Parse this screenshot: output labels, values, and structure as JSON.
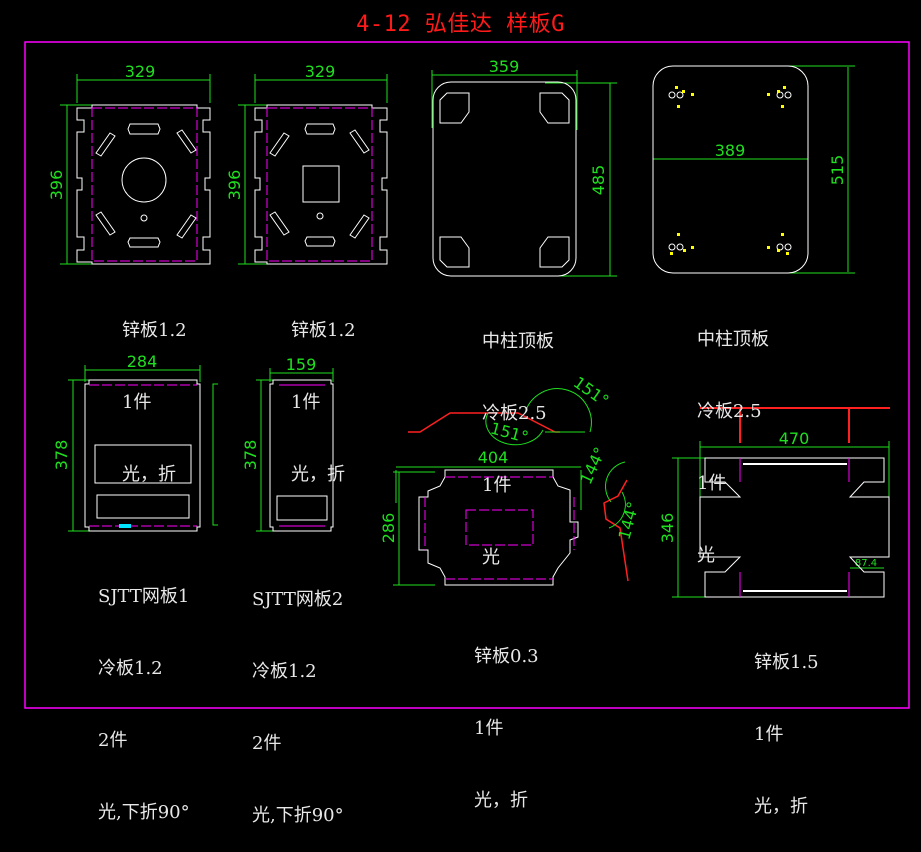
{
  "title": "4-12 弘佳达 样板G",
  "colors": {
    "background": "#000000",
    "frame": "#ff00ff",
    "title": "#ff1a1a",
    "dimension": "#1fe01f",
    "outline": "#ffffff",
    "bend_line": "#ff00ff",
    "profile": "#ff2020",
    "holes_highlight": "#ffff00",
    "marker": "#00e5ff"
  },
  "parts": [
    {
      "id": "part1",
      "dims": {
        "width": "329",
        "height": "396"
      },
      "lines": [
        "锌板1.2",
        "1件",
        "光，折"
      ]
    },
    {
      "id": "part2",
      "dims": {
        "width": "329",
        "height": "396"
      },
      "lines": [
        "锌板1.2",
        "1件",
        "光，折"
      ]
    },
    {
      "id": "part3",
      "dims": {
        "width": "359",
        "height": "485"
      },
      "lines": [
        "中柱顶板",
        "冷板2.5",
        "1件",
        "光"
      ]
    },
    {
      "id": "part4",
      "dims": {
        "width": "389",
        "height": "515"
      },
      "lines": [
        "中柱顶板",
        "冷板2.5",
        "1件",
        "光"
      ]
    },
    {
      "id": "part5",
      "dims": {
        "width": "284",
        "height": "378"
      },
      "lines": [
        "SJTT网板1",
        "冷板1.2",
        "2件",
        "光,下折90°"
      ]
    },
    {
      "id": "part6",
      "dims": {
        "width": "159",
        "height": "378"
      },
      "lines": [
        "SJTT网板2",
        "冷板1.2",
        "2件",
        "光,下折90°"
      ]
    },
    {
      "id": "part7",
      "dims": {
        "width": "404",
        "height": "286",
        "angle_top_a": "151°",
        "angle_top_b": "151°",
        "angle_side_a": "144°",
        "angle_side_b": "144°"
      },
      "lines": [
        "锌板0.3",
        "1件",
        "光，折"
      ]
    },
    {
      "id": "part8",
      "dims": {
        "width": "470",
        "height": "346",
        "flange": "87.4"
      },
      "lines": [
        "锌板1.5",
        "1件",
        "光，折"
      ]
    }
  ]
}
